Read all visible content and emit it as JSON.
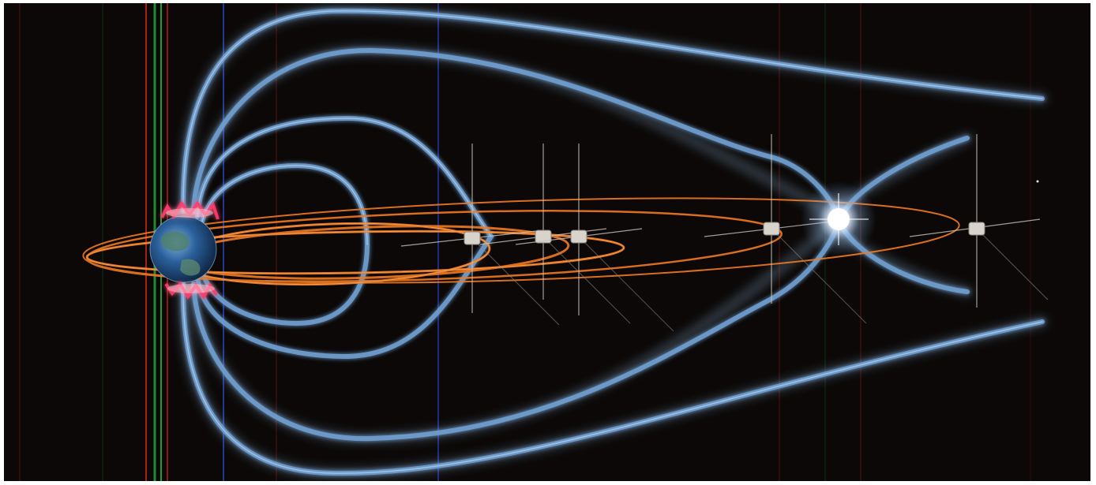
{
  "image": {
    "background_color": "#0b0807",
    "border_color": "#ffffff",
    "field_line_color": "#6f9fd0",
    "field_line_glow": "#9cc6ee",
    "orbit_color": "#f07a22",
    "orbit_highlight": "#ffb060",
    "earth_ocean": "#2a5f9a",
    "earth_land": "#4f7f6a",
    "aurora_color": "#ff3b6b",
    "flash_color": "#ffffff",
    "scan_line_colors": [
      "#b3261e",
      "#1fa33b",
      "#2848c8"
    ],
    "objects": [
      "earth-icon",
      "aurora-icon",
      "magnetic-field-lines",
      "satellite-orbits",
      "satellite-icon",
      "reconnection-flash-icon"
    ],
    "satellite_count": 5
  }
}
